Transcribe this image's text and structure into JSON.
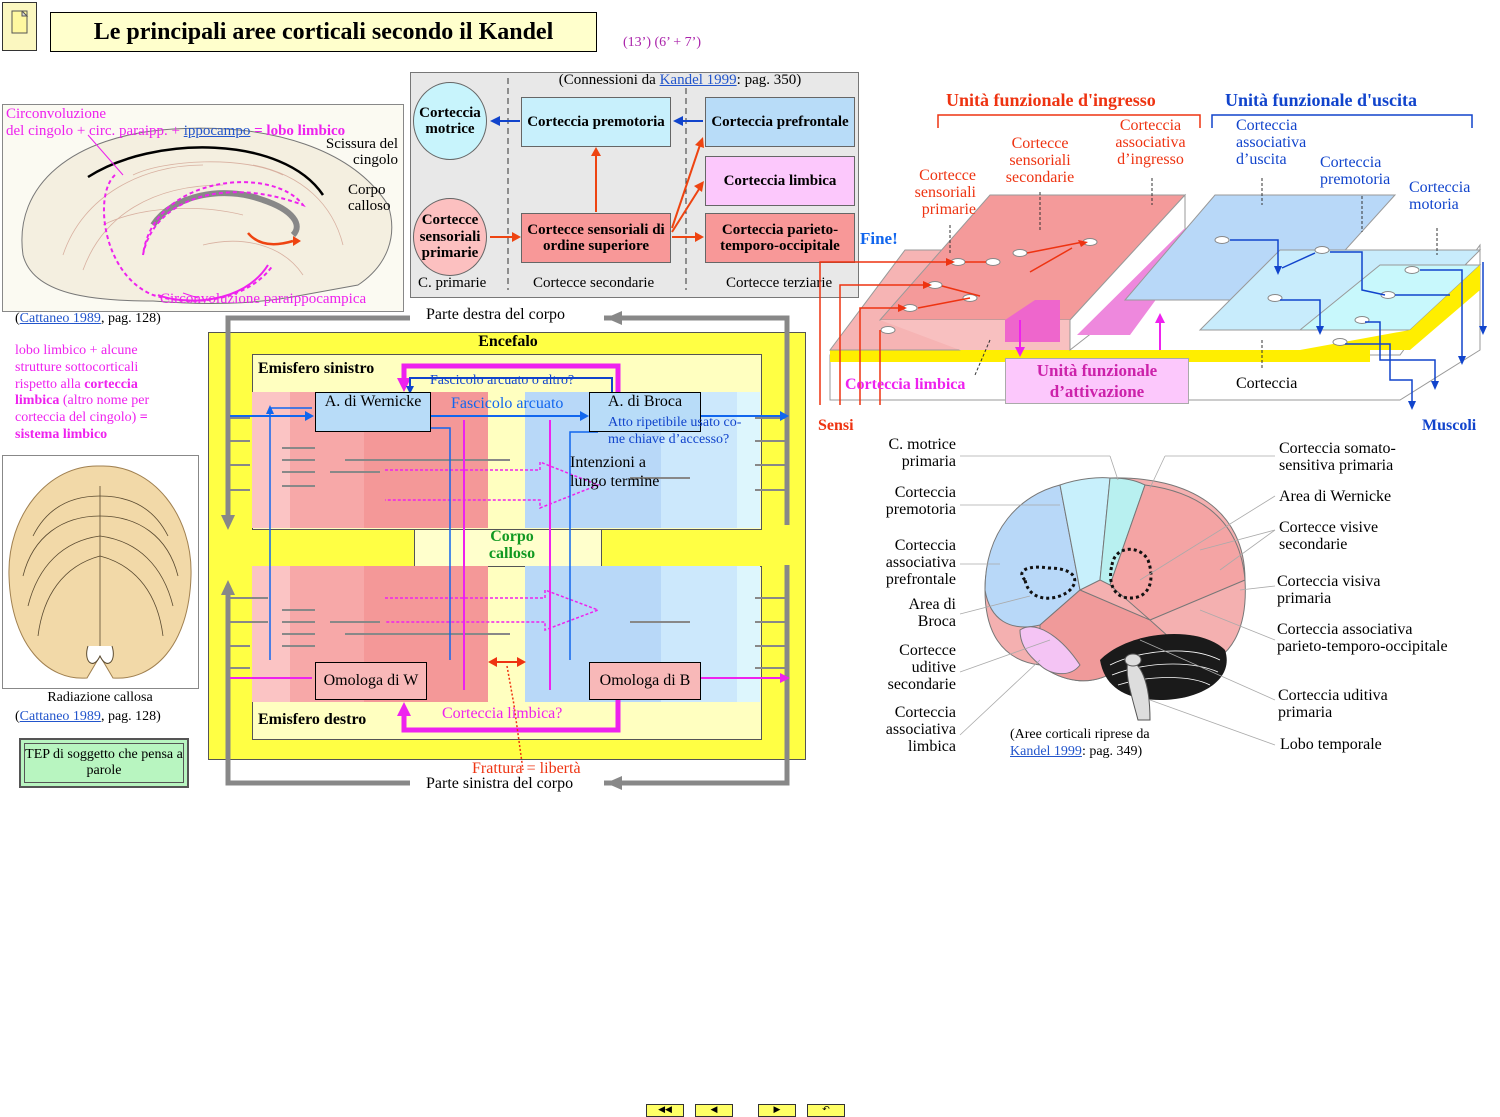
{
  "header": {
    "title": "Le principali aree corticali secondo il Kandel",
    "timing": "(13’) (6’ + 7’)"
  },
  "brain_medial": {
    "cingolo_a": "Circonvoluzione",
    "cingolo_b": "del cingolo + circ. paraipp. +",
    "ippocampo": "ippocampo",
    "lobo": "= lobo limbico",
    "scissura": "Scissura del cingolo",
    "corpo": "Corpo calloso",
    "paraipp": "Circonvoluzione paraippocampica",
    "cite_link": "Cattaneo 1989",
    "cite_rest": ", pag. 128)",
    "cite_open": "("
  },
  "limbic_note": {
    "l1": "lobo limbico + alcune",
    "l2": "strutture sottocorticali",
    "l3": "rispetto alla ",
    "l3b": "corteccia",
    "l4": "limbica",
    "l4b": " (altro nome per",
    "l5": "corteccia del cingolo) ",
    "l5b": "=",
    "l6": "sistema limbico"
  },
  "callosal": {
    "caption": "Radiazione callosa",
    "cite_link": "Cattaneo 1989",
    "cite_rest": ", pag. 128)",
    "cite_open": "("
  },
  "tep_button": "TEP di soggetto che pensa a parole",
  "connections": {
    "header_pre": "(Connessioni da ",
    "header_link": "Kandel 1999",
    "header_post": ": pag. 350)",
    "motrice": "Corteccia motrice",
    "premotoria": "Corteccia premotoria",
    "prefrontale": "Corteccia prefrontale",
    "limbica": "Corteccia limbica",
    "sensoriali_primarie": "Cortecce sensoriali primarie",
    "sensoriali_superiore": "Cortecce sensoriali di ordine superiore",
    "parieto": "Corteccia parieto-temporo-occipitale",
    "col1": "C. primarie",
    "col2": "Cortecce secondarie",
    "col3": "Cortecce terziarie"
  },
  "model": {
    "parte_destra": "Parte destra del corpo",
    "parte_sinistra": "Parte sinistra del corpo",
    "encefalo": "Encefalo",
    "emisfero_sinistro": "Emisfero sinistro",
    "emisfero_destro": "Emisfero destro",
    "fascicolo_altro": "Fascicolo arcuato o altro?",
    "fascicolo": "Fascicolo arcuato",
    "wernicke": "A. di Wernicke",
    "broca": "A. di Broca",
    "atto": "Atto ripetibile usato co-",
    "atto2": "me chiave d’accesso?",
    "intenzioni": "Intenzioni a lungo termine",
    "corpo_calloso": "Corpo calloso",
    "omologa_w": "Omologa di W",
    "omologa_b": "Omologa di B",
    "corteccia_limbica": "Corteccia limbica?",
    "frattura": "Frattura = libertà"
  },
  "units": {
    "ingresso": "Unità funzionale d'ingresso",
    "uscita": "Unità funzionale d'uscita",
    "sens_sec": "Cortecce sensoriali secondarie",
    "assoc_ingr": "Corteccia associativa d’ingresso",
    "assoc_usc": "Corteccia associativa d’uscita",
    "premotoria": "Corteccia premotoria",
    "motoria": "Corteccia motoria",
    "sens_prim": "Cortecce sensoriali primarie",
    "fine": "Fine!",
    "limbica": "Corteccia limbica",
    "attivazione": "Unità funzionale d’attivazione",
    "corteccia": "Corteccia",
    "sensi": "Sensi",
    "muscoli": "Muscoli"
  },
  "lateral": {
    "c_motrice": "C. motrice primaria",
    "premotoria": "Corteccia premotoria",
    "prefrontale": "Corteccia associativa prefrontale",
    "broca": "Area di Broca",
    "uditive_sec": "Cortecce uditive secondarie",
    "limbica": "Corteccia associativa limbica",
    "somato": "Corteccia somato-sensitiva primaria",
    "wernicke": "Area di Wernicke",
    "visive_sec": "Cortecce visive secondarie",
    "visiva_prim": "Corteccia visiva primaria",
    "parieto": "Corteccia associativa parieto-temporo-occipitale",
    "uditiva_prim": "Corteccia uditiva primaria",
    "temporale": "Lobo temporale",
    "cite_pre": "(Aree corticali riprese da",
    "cite_link": "Kandel 1999",
    "cite_post": ": pag. 349)"
  },
  "nav": [
    "first",
    "prev",
    "next",
    "return"
  ],
  "colors": {
    "title_bg": "#ffffcc",
    "encefalo_bg": "#ffff44",
    "left_red": "#f4a0a0",
    "right_blue": "#b8dcf8",
    "magenta": "#ee22ee",
    "accent_red": "#ee3311",
    "accent_blue": "#1144cc"
  }
}
